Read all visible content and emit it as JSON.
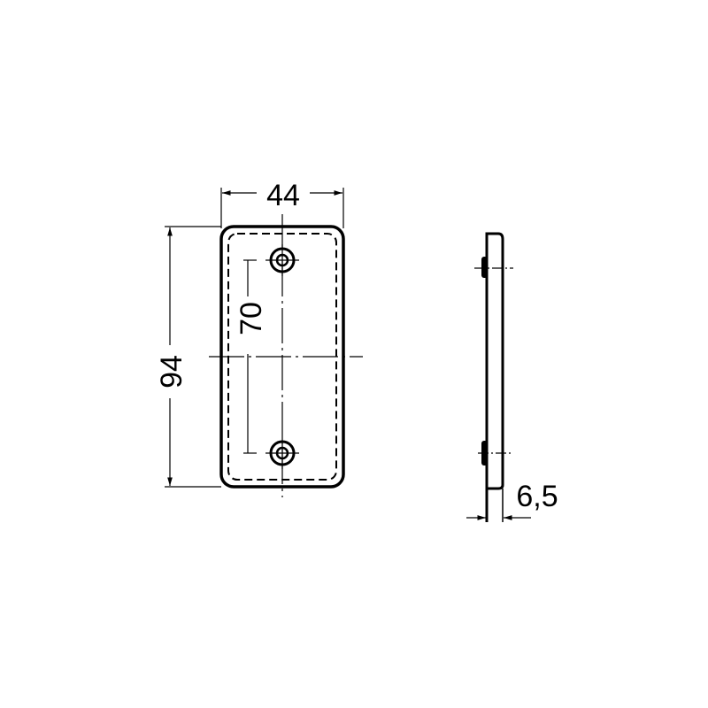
{
  "drawing": {
    "type": "technical-drawing",
    "subject": "rectangular reflector plate",
    "views": [
      "front-view",
      "side-view"
    ],
    "line_color": "#000000",
    "background": "#ffffff"
  },
  "dimensions": {
    "width": "44",
    "height": "94",
    "hole_spacing": "70",
    "thickness": "6,5"
  }
}
